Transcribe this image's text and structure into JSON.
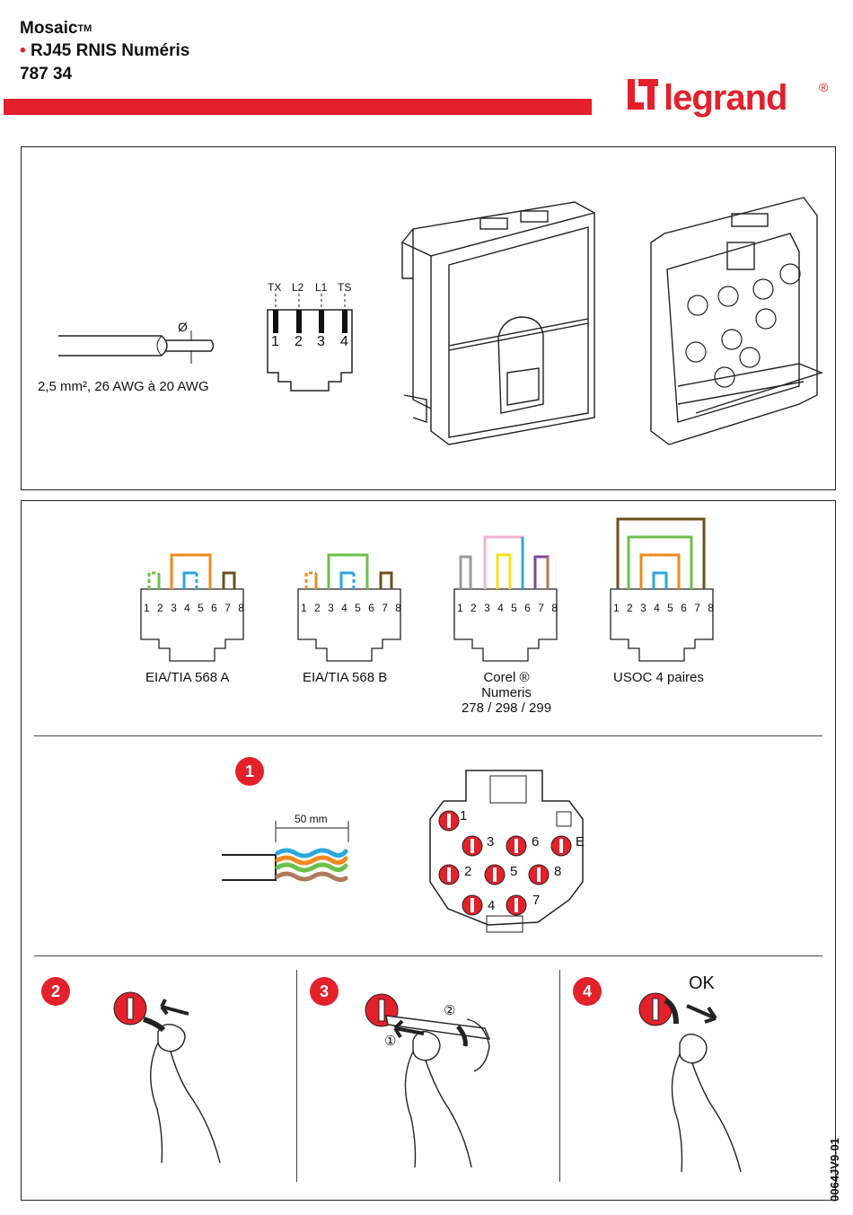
{
  "header": {
    "brand_line": "Mosaic",
    "trademark": "TM",
    "bullet": "•",
    "product_name": "RJ45 RNIS Numéris",
    "reference": "787 34",
    "logo_text": "legrand",
    "registered_mark": "®"
  },
  "top_panel": {
    "wire_spec": "2,5 mm², 26 AWG à 20 AWG",
    "diameter_symbol": "Ø",
    "pin_labels": [
      "TX",
      "L2",
      "L1",
      "TS"
    ],
    "pin_numbers": [
      "1",
      "2",
      "3",
      "4"
    ]
  },
  "wiring": {
    "connectors": [
      {
        "caption": "EIA/TIA 568 A"
      },
      {
        "caption": "EIA/TIA 568 B"
      },
      {
        "caption": "Corel ®\nNumeris\n278 / 298 / 299"
      },
      {
        "caption": "USOC 4 paires"
      }
    ],
    "pin_numbers": [
      "1",
      "2",
      "3",
      "4",
      "5",
      "6",
      "7",
      "8"
    ]
  },
  "step1": {
    "number": "1",
    "strip_length": "50 mm",
    "terminal_numbers": [
      "1",
      "3",
      "6",
      "E",
      "2",
      "5",
      "8",
      "4",
      "7"
    ]
  },
  "steps": [
    {
      "number": "2"
    },
    {
      "number": "3",
      "sub_markers": [
        "①",
        "②"
      ]
    },
    {
      "number": "4",
      "ok_text": "OK"
    }
  ],
  "footer": {
    "doc_code": "0064JV9-01"
  },
  "colors": {
    "accent_red": "#e4202a",
    "green": "#6cc04a",
    "orange": "#f08a1e",
    "blue": "#2aa7df",
    "brown": "#6b4f1e",
    "pink": "#f2b3d3",
    "yellow": "#f5e21c",
    "purple": "#7d4aa0",
    "grey": "#9a9a9a"
  }
}
